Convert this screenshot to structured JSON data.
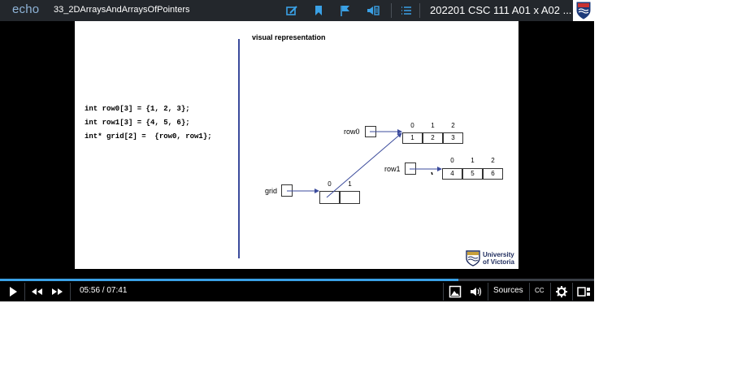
{
  "topbar": {
    "logo": "echo",
    "video_title": "33_2DArraysAndArraysOfPointers",
    "course_title": "202201 CSC 111 A01 x A02 ...",
    "icons": [
      "notes-icon",
      "bookmark-icon",
      "flag-icon",
      "volume-panel-icon",
      "outline-icon"
    ]
  },
  "slide": {
    "heading": "visual representation",
    "code": [
      "int row0[3] = {1, 2, 3};",
      "int row1[3] = {4, 5, 6};",
      "int* grid[2] =  {row0, row1};"
    ],
    "labels": {
      "row0": "row0",
      "row1": "row1",
      "grid": "grid"
    },
    "row0": {
      "indices": [
        "0",
        "1",
        "2"
      ],
      "values": [
        "1",
        "2",
        "3"
      ]
    },
    "row1": {
      "indices": [
        "0",
        "1",
        "2"
      ],
      "values": [
        "4",
        "5",
        "6"
      ]
    },
    "grid": {
      "indices": [
        "0",
        "1"
      ]
    },
    "logo": {
      "line1": "University",
      "line2": "of Victoria"
    }
  },
  "player": {
    "time": "05:56 / 07:41",
    "progress": 0.772,
    "sources_label": "Sources",
    "cc_label": "CC",
    "accent_color": "#3aa1e6"
  }
}
